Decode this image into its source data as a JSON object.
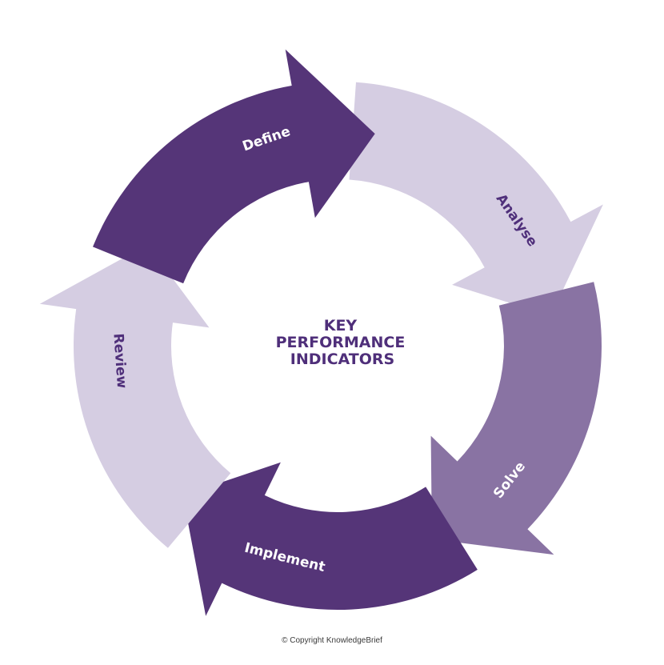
{
  "center": {
    "lines": [
      "KEY",
      "PERFORMANCE",
      "INDICATORS"
    ],
    "color": "#4f2f7a"
  },
  "stages": [
    {
      "label": "Define",
      "color": "#553578",
      "text_color": "#ffffff"
    },
    {
      "label": "Analyse",
      "color": "#d5cde2",
      "text_color": "#4f2f7a"
    },
    {
      "label": "Solve",
      "color": "#8973a3",
      "text_color": "#ffffff"
    },
    {
      "label": "Implement",
      "color": "#553578",
      "text_color": "#ffffff"
    },
    {
      "label": "Review",
      "color": "#d5cde2",
      "text_color": "#4f2f7a"
    }
  ],
  "footer": {
    "copyright": "© Copyright KnowledgeBrief"
  }
}
